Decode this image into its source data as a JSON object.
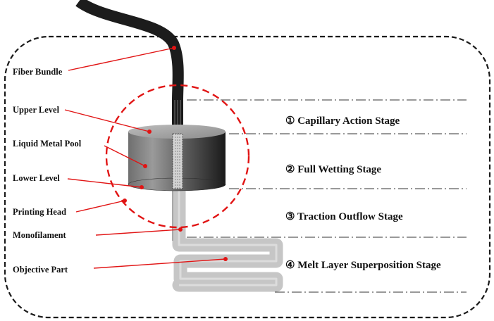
{
  "labels": {
    "fiber_bundle": "Fiber Bundle",
    "upper_level": "Upper Level",
    "liquid_metal_pool": "Liquid Metal Pool",
    "lower_level": "Lower Level",
    "printing_head": "Printing Head",
    "monofilament": "Monofilament",
    "objective_part": "Objective Part"
  },
  "stages": [
    "① Capillary Action Stage",
    "② Full Wetting Stage",
    "③ Traction Outflow Stage",
    "④ Melt Layer Superposition Stage"
  ],
  "colors": {
    "leader": "#e11414",
    "outline": "#1a1a1a",
    "filament": "#c8c8c8",
    "fiber": "#1c1c1c"
  }
}
